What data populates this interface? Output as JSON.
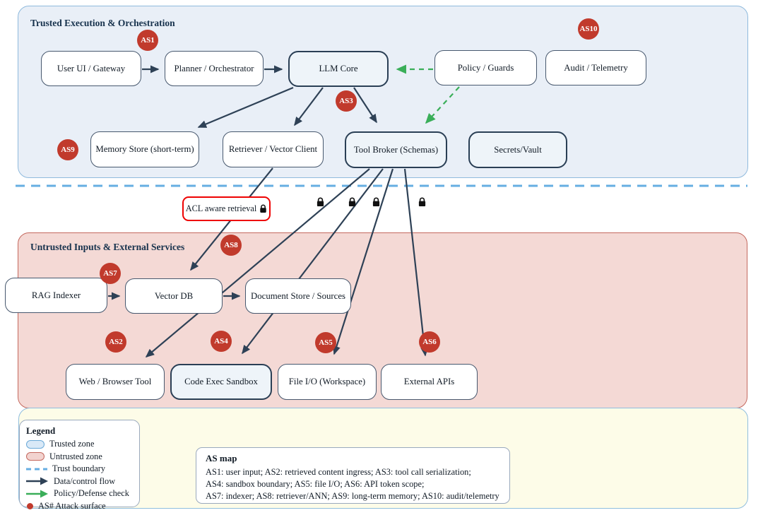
{
  "zones": {
    "trusted": {
      "title": "Trusted Execution & Orchestration"
    },
    "untrusted": {
      "title": "Untrusted Inputs & External Services"
    }
  },
  "nodes": {
    "user_ui": {
      "label": "User UI / Gateway"
    },
    "planner": {
      "label": "Planner / Orchestrator"
    },
    "llm_core": {
      "label": "LLM Core"
    },
    "policy_guards": {
      "label": "Policy / Guards"
    },
    "audit": {
      "label": "Audit / Telemetry"
    },
    "memory_store": {
      "label": "Memory Store (short-term)"
    },
    "retriever": {
      "label": "Retriever / Vector Client"
    },
    "tool_broker": {
      "label": "Tool Broker (Schemas)"
    },
    "secrets_vault": {
      "label": "Secrets/Vault"
    },
    "rag_indexer": {
      "label": "RAG Indexer"
    },
    "vector_db": {
      "label": "Vector DB"
    },
    "doc_store": {
      "label": "Document Store / Sources"
    },
    "web_tool": {
      "label": "Web / Browser Tool"
    },
    "code_sandbox": {
      "label": "Code Exec Sandbox"
    },
    "file_io": {
      "label": "File I/O (Workspace)"
    },
    "external_apis": {
      "label": "External APIs"
    }
  },
  "badges": {
    "as1": "AS1",
    "as2": "AS2",
    "as3": "AS3",
    "as4": "AS4",
    "as5": "AS5",
    "as6": "AS6",
    "as7": "AS7",
    "as8": "AS8",
    "as9": "AS9",
    "as10": "AS10"
  },
  "annotations": {
    "acl_label": "ACL aware retrieval"
  },
  "icons": {
    "lock": "🔒"
  },
  "legend": {
    "title": "Legend",
    "items": [
      {
        "label": "Trusted zone"
      },
      {
        "label": "Untrusted zone"
      },
      {
        "label": "Trust boundary"
      },
      {
        "label": "Data/control flow"
      },
      {
        "label": "Policy/Defense check"
      },
      {
        "label": "AS# Attack surface"
      }
    ]
  },
  "as_map": {
    "title": "AS map",
    "lines": [
      "AS1: user input; AS2: retrieved content ingress; AS3: tool call serialization;",
      "AS4: sandbox boundary; AS5: file I/O; AS6: API token scope;",
      "AS7: indexer; AS8: retriever/ANN; AS9: long-term memory; AS10: audit/telemetry"
    ]
  },
  "colors": {
    "trusted_fill": "#e9eff7",
    "trusted_border": "#8fbadd",
    "untrusted_fill": "#f4d9d5",
    "untrusted_border": "#c4685e",
    "legend_zone_fill": "#fdfce8",
    "flow_arrow": "#2e4156",
    "defense_arrow": "#3aae59",
    "trust_boundary": "#66aee2",
    "badge": "#c13a2c",
    "acl_border": "#ee0202",
    "emphasis_node_fill": "#eef4f9",
    "emphasis_node_border": "#2a3f55"
  }
}
